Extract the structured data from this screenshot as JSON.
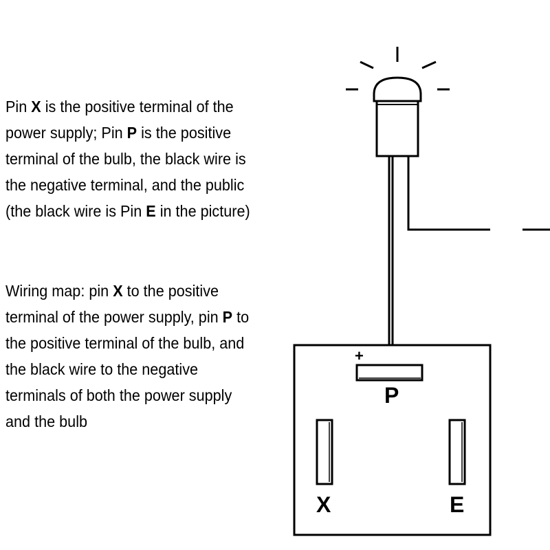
{
  "description": {
    "para1": [
      {
        "t": "Pin ",
        "b": false
      },
      {
        "t": "X",
        "b": true
      },
      {
        "t": " is the positive terminal of the power supply; Pin ",
        "b": false
      },
      {
        "t": "P",
        "b": true
      },
      {
        "t": " is the positive terminal of the bulb, the black wire is the negative terminal, and the public (the black wire is Pin ",
        "b": false
      },
      {
        "t": "E",
        "b": true
      },
      {
        "t": " in the picture)",
        "b": false
      }
    ],
    "para2": [
      {
        "t": "Wiring map: pin ",
        "b": false
      },
      {
        "t": "X",
        "b": true
      },
      {
        "t": " to the positive terminal of the power supply, pin ",
        "b": false
      },
      {
        "t": "P",
        "b": true
      },
      {
        "t": " to the positive terminal of the bulb, and the black wire to the negative terminals of both the power supply and the bulb",
        "b": false
      }
    ]
  },
  "diagram": {
    "plus_sign": "+",
    "pins": {
      "p": "P",
      "x": "X",
      "e": "E"
    },
    "line_color": "#000000",
    "fill_color": "#ffffff"
  }
}
